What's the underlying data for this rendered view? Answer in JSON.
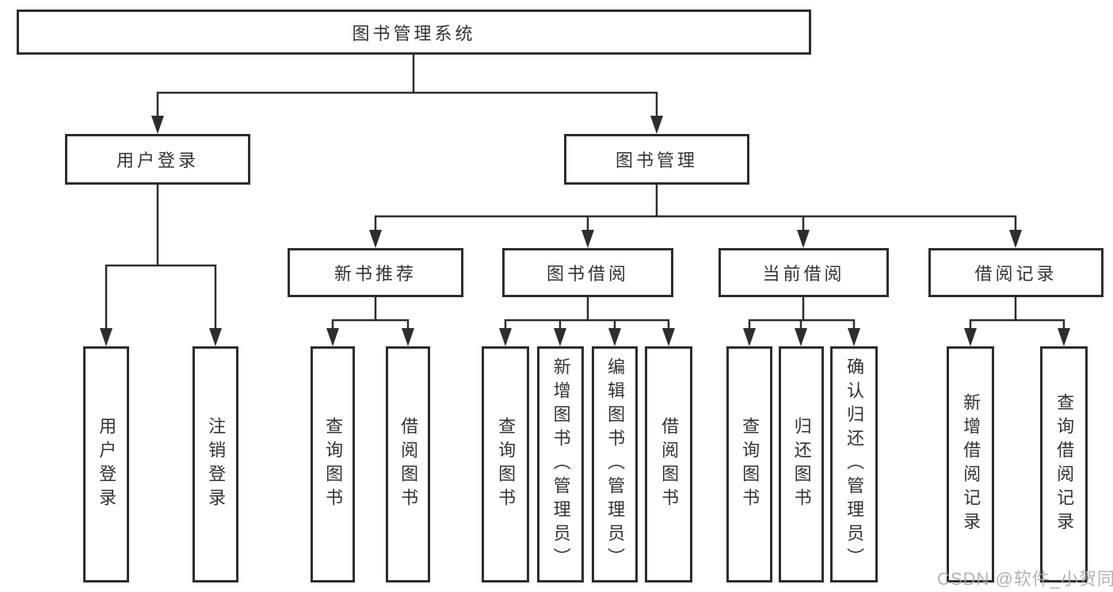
{
  "tree": {
    "root": {
      "label": "图书管理系统",
      "children": [
        {
          "label": "用户登录",
          "children": [
            {
              "label": "用户登录"
            },
            {
              "label": "注销登录"
            }
          ]
        },
        {
          "label": "图书管理",
          "children": [
            {
              "label": "新书推荐",
              "children": [
                {
                  "label": "查询图书"
                },
                {
                  "label": "借阅图书"
                }
              ]
            },
            {
              "label": "图书借阅",
              "children": [
                {
                  "label": "查询图书"
                },
                {
                  "label": "新增图书（管理员）"
                },
                {
                  "label": "编辑图书（管理员）"
                },
                {
                  "label": "借阅图书"
                }
              ]
            },
            {
              "label": "当前借阅",
              "children": [
                {
                  "label": "查询图书"
                },
                {
                  "label": "归还图书"
                },
                {
                  "label": "确认归还（管理员）"
                }
              ]
            },
            {
              "label": "借阅记录",
              "children": [
                {
                  "label": "新增借阅记录"
                },
                {
                  "label": "查询借阅记录"
                }
              ]
            }
          ]
        }
      ]
    }
  },
  "watermark": {
    "text": "CSDN @软件_小贺同学"
  },
  "colors": {
    "line": "#2d2d2d",
    "text": "#333333",
    "watermark": "#a5a5a5",
    "background": "#ffffff"
  }
}
